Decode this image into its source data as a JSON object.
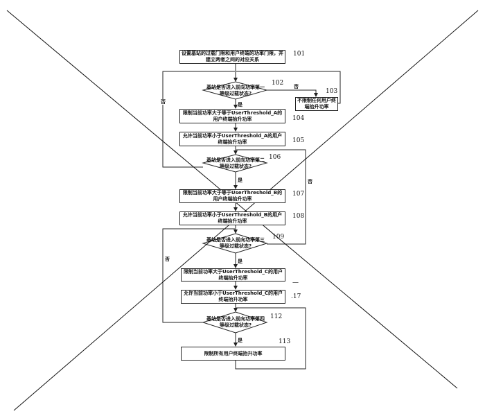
{
  "steps": {
    "s101": {
      "id": "101",
      "text": "设置基站的过载门限和用户终端的功率门限，并建立两者之间的对应关系"
    },
    "s102": {
      "id": "102",
      "text": "基站是否进入前向功率第一等级过载状态?"
    },
    "s103": {
      "id": "103",
      "text": "不限制任何用户终端抬升功率"
    },
    "s104": {
      "id": "104",
      "text": "限制当前功率大于等于UserThreshold_A的用户终端抬升功率"
    },
    "s105": {
      "id": "105",
      "text": "允许当前功率小于UserThreshold_A的用户终端抬升功率"
    },
    "s106": {
      "id": "106",
      "text": "基站是否进入前向功率第二等级过载状态?"
    },
    "s107": {
      "id": "107",
      "text": "限制当前功率大于等于UserThreshold_B的用户终端抬升功率"
    },
    "s108": {
      "id": "108",
      "text": "允许当前功率小于UserThreshold_B的用户终端抬升功率"
    },
    "s109": {
      "id": "109",
      "text": "基站是否进入前向功率第三等级过载状态?"
    },
    "s110": {
      "id": "—",
      "text": "限制当前功率大于UserThreshold_C的用户终端抬升功率"
    },
    "s111": {
      "id": ".17",
      "text": "允许当前功率小于UserThreshold_C的用户终端抬升功率"
    },
    "s112": {
      "id": "112",
      "text": "基站是否进入前向功率第四等级过载状态?"
    },
    "s113": {
      "id": "113",
      "text": "限制所有用户终端抬升功率"
    }
  },
  "labels": {
    "yes": "是",
    "no": "否"
  }
}
